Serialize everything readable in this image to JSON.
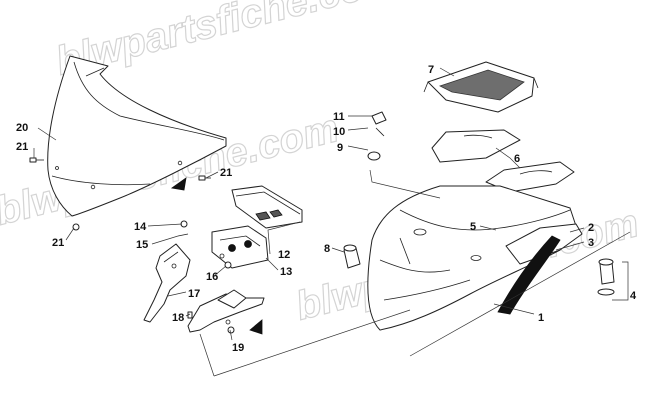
{
  "watermark": {
    "text_top": "blwpartsfiche.com",
    "text_mid": "blwpartsfiche.com",
    "text_bottom": "blwpartsfiche.com",
    "color": "#d4d4d4"
  },
  "callouts": [
    {
      "id": "c1",
      "label": "1"
    },
    {
      "id": "c2",
      "label": "2"
    },
    {
      "id": "c3",
      "label": "3"
    },
    {
      "id": "c4",
      "label": "4"
    },
    {
      "id": "c5",
      "label": "5"
    },
    {
      "id": "c6",
      "label": "6"
    },
    {
      "id": "c7",
      "label": "7"
    },
    {
      "id": "c8",
      "label": "8"
    },
    {
      "id": "c9",
      "label": "9"
    },
    {
      "id": "c10",
      "label": "10"
    },
    {
      "id": "c11",
      "label": "11"
    },
    {
      "id": "c12",
      "label": "12"
    },
    {
      "id": "c13",
      "label": "13"
    },
    {
      "id": "c14",
      "label": "14"
    },
    {
      "id": "c15",
      "label": "15"
    },
    {
      "id": "c16",
      "label": "16"
    },
    {
      "id": "c17",
      "label": "17"
    },
    {
      "id": "c18",
      "label": "18"
    },
    {
      "id": "c19",
      "label": "19"
    },
    {
      "id": "c20",
      "label": "20"
    },
    {
      "id": "c21a",
      "label": "21"
    },
    {
      "id": "c21b",
      "label": "21"
    },
    {
      "id": "c21c",
      "label": "21"
    }
  ]
}
